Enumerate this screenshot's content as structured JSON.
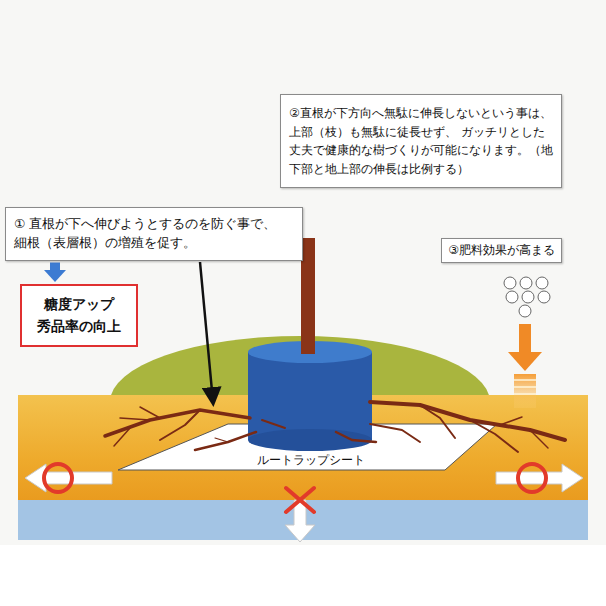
{
  "diagram": {
    "nodes": [
      {
        "text": [
          "②直根が下方向へ無駄に伸長しないという事は、 上部（枝）も無駄に徒長せず、 ガッチリとした丈夫で健康的な樹づくりが可能になります。（地下部と地上部の伸長は比例する）"
        ]
      },
      {
        "text": [
          "① 直根が下へ伸びようとするのを防ぐ事で、 細根（表層根）の増殖を促す。"
        ]
      },
      {
        "text": [
          "糖度アップ 秀品率の向上"
        ]
      },
      {
        "text": [
          "③肥料効果が高まる"
        ]
      },
      {
        "text": [
          "ルートラップシート"
        ]
      }
    ],
    "edges": [
      {
        "from": 1,
        "to": 2,
        "arrow": "to"
      }
    ]
  }
}
